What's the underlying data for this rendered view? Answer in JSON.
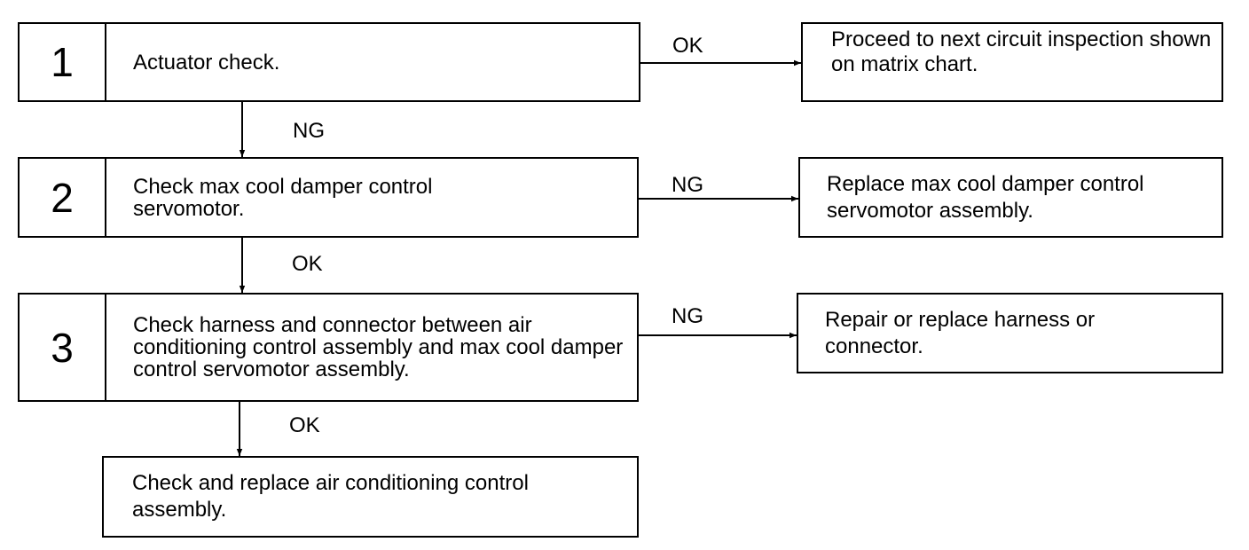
{
  "steps": [
    {
      "number": "1",
      "text": "Actuator check."
    },
    {
      "number": "2",
      "text": "Check max cool damper control servomotor."
    },
    {
      "number": "3",
      "text": "Check harness and connector between air conditioning control assembly and max cool damper control servomotor assembly."
    }
  ],
  "results": [
    {
      "text": "Proceed to next circuit inspection shown on matrix chart."
    },
    {
      "text": "Replace max cool damper control servomotor assembly."
    },
    {
      "text": "Repair or replace harness or connector."
    }
  ],
  "final": {
    "text": "Check and replace air conditioning control assembly."
  },
  "labels": {
    "step1_right": "OK",
    "step1_down": "NG",
    "step2_right": "NG",
    "step2_down": "OK",
    "step3_right": "NG",
    "step3_down": "OK"
  }
}
